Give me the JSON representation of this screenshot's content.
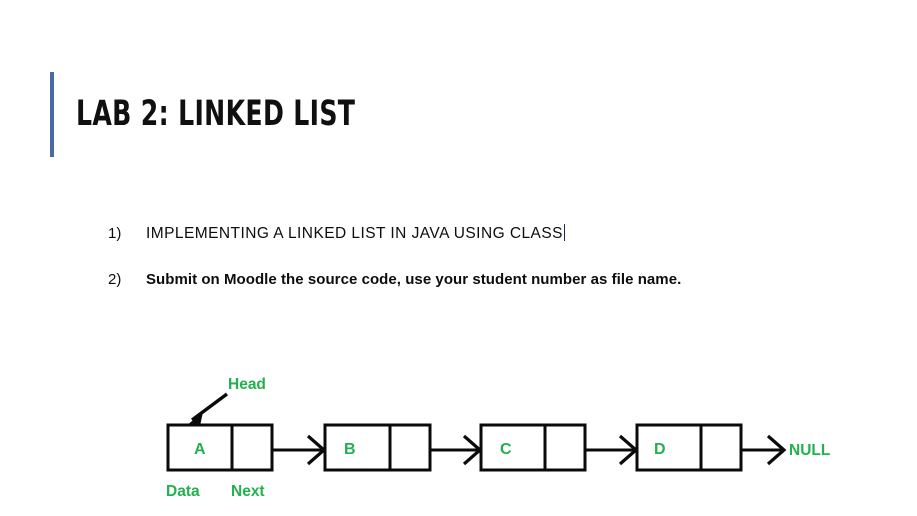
{
  "slide": {
    "title": "LAB 2: LINKED LIST",
    "accent_color": "#4a6aa5",
    "background_color": "#ffffff"
  },
  "list": {
    "items": [
      {
        "marker": "1)",
        "text": "IMPLEMENTING A LINKED LIST IN JAVA USING CLASS",
        "has_cursor": true
      },
      {
        "marker": "2)",
        "text": "Submit on Moodle the source code, use your student number as file name.",
        "has_cursor": false
      }
    ]
  },
  "diagram": {
    "type": "linked-list",
    "accent_color": "#22b14c",
    "stroke_color": "#0a0a0a",
    "head_label": "Head",
    "data_label": "Data",
    "next_label": "Next",
    "terminator_label": "NULL",
    "nodes": [
      {
        "value": "A"
      },
      {
        "value": "B"
      },
      {
        "value": "C"
      },
      {
        "value": "D"
      }
    ]
  }
}
